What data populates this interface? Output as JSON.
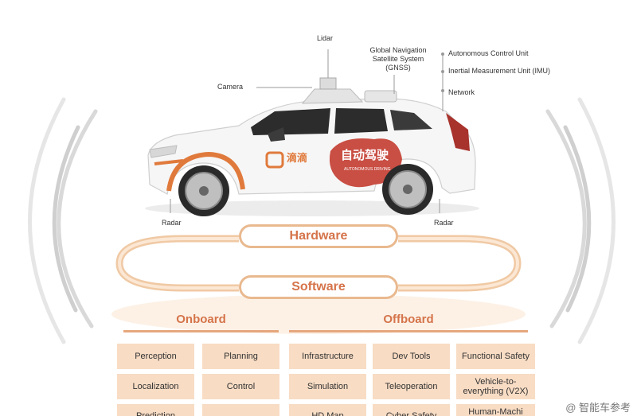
{
  "callouts": {
    "lidar": "Lidar",
    "gnss": [
      "Global Navigation",
      "Satellite System",
      "(GNSS)"
    ],
    "camera": "Camera",
    "acu": "Autonomous Control Unit",
    "imu": "Inertial Measurement Unit (IMU)",
    "network": "Network",
    "radar_left": "Radar",
    "radar_right": "Radar"
  },
  "car_branding": {
    "didi": "滴滴",
    "autonomous_cn": "自动驾驶",
    "autonomous_en": "AUTONOMOUS DRIVING"
  },
  "layers": {
    "hardware": "Hardware",
    "software": "Software"
  },
  "onboard": {
    "title": "Onboard",
    "items": [
      "Perception",
      "Planning",
      "Localization",
      "Control",
      "Prediction",
      ""
    ]
  },
  "offboard": {
    "title": "Offboard",
    "items": [
      "Infrastructure",
      "Dev Tools",
      "Functional Safety",
      "Simulation",
      "Teleoperation",
      "Vehicle-to-everything (V2X)",
      "HD Map",
      "Cyber Safety",
      "Human-Machi"
    ]
  },
  "watermark": "@ 智能车参考",
  "colors": {
    "accent": "#d5744a",
    "tile": "#f8dcc4",
    "outline": "#e9b98f"
  }
}
